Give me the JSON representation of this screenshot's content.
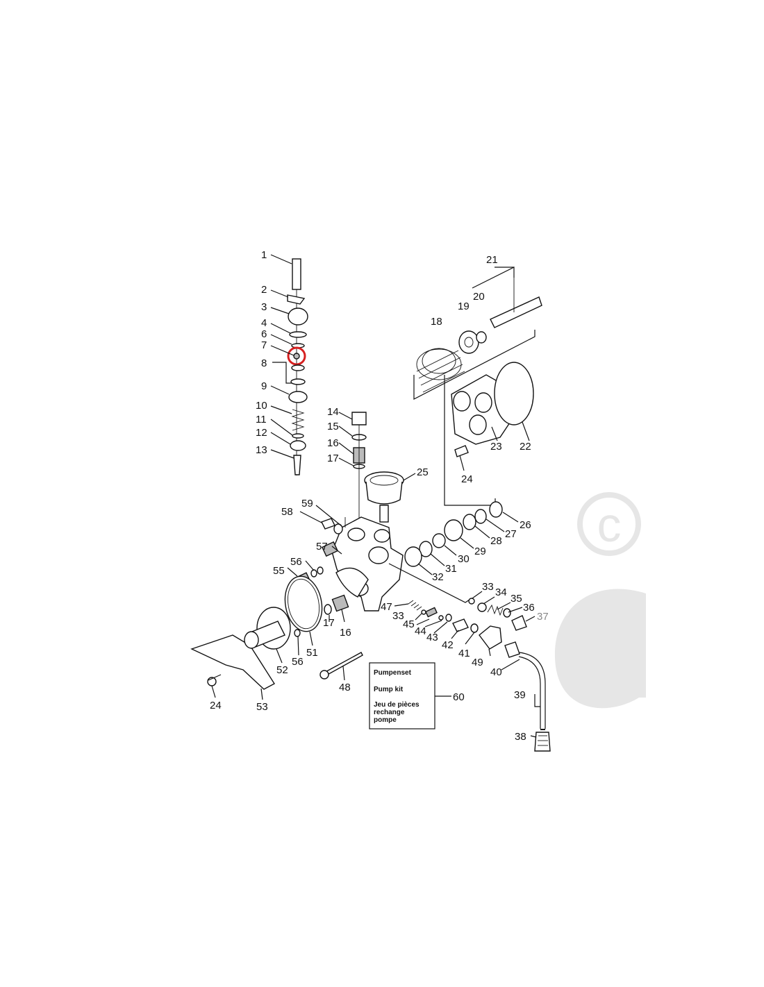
{
  "diagram": {
    "part_numbers": [
      "1",
      "2",
      "3",
      "4",
      "6",
      "7",
      "8",
      "9",
      "10",
      "11",
      "12",
      "13",
      "14",
      "15",
      "16",
      "17",
      "25",
      "18",
      "19",
      "20",
      "21",
      "22",
      "23",
      "24",
      "58",
      "59",
      "57",
      "56",
      "55",
      "26",
      "27",
      "28",
      "29",
      "30",
      "31",
      "32",
      "33",
      "34",
      "35",
      "36",
      "37",
      "47",
      "45",
      "44",
      "43",
      "42",
      "41",
      "49",
      "40",
      "51",
      "52",
      "53",
      "39",
      "38",
      "48"
    ],
    "kit_box": {
      "lines": [
        "Pumpenset",
        "Pump kit",
        "Jeu de pièces",
        "rechange",
        "pompe"
      ],
      "number": "60"
    },
    "highlight_part": "7",
    "watermark_letter": "c",
    "colors": {
      "highlight": "#d62020",
      "watermark": "#e6e6e6",
      "ink": "#111111"
    }
  }
}
